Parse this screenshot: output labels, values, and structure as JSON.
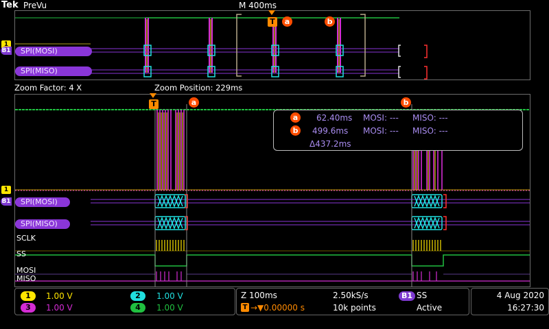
{
  "header": {
    "brand": "Tek",
    "mode": "PreVu",
    "timebase": "M 400ms"
  },
  "overview": {
    "bus1_label": "SPI(MOSI)",
    "bus2_label": "SPI(MISO)",
    "bus_tag": "B1",
    "ch1_tag": "1",
    "trigger_tag": "T",
    "cursor_a": "a",
    "cursor_b": "b"
  },
  "zoom": {
    "factor_label": "Zoom Factor: 4 X",
    "position_label": "Zoom Position: 229ms"
  },
  "main": {
    "bus1_label": "SPI(MOSI)",
    "bus2_label": "SPI(MISO)",
    "bus_tag": "B1",
    "ch1_tag": "1",
    "trigger_tag": "T",
    "cursor_a": "a",
    "cursor_b": "b",
    "signals": [
      "SCLK",
      "SS",
      "MOSI",
      "MISO"
    ]
  },
  "cursor_readout": {
    "a_time": "62.40ms",
    "a_mosi": "MOSI: ---",
    "a_miso": "MISO: ---",
    "b_time": "499.6ms",
    "b_mosi": "MOSI: ---",
    "b_miso": "MISO: ---",
    "delta": "Δ437.2ms"
  },
  "channels": [
    {
      "id": "1",
      "scale": "1.00 V",
      "color": "#ffe600"
    },
    {
      "id": "2",
      "scale": "1.00 V",
      "color": "#20e0e0"
    },
    {
      "id": "3",
      "scale": "1.00 V",
      "color": "#d42cd4"
    },
    {
      "id": "4",
      "scale": "1.00 V",
      "color": "#20c040"
    }
  ],
  "acquisition": {
    "zoom_scale": "Z 100ms",
    "sample_rate": "2.50kS/s",
    "trigger_prefix": "T",
    "trigger_offset": "→▼0.00000 s",
    "record_length": "10k points"
  },
  "trigger": {
    "source": "B1",
    "type": "SS",
    "state": "Active"
  },
  "datetime": {
    "date": "4 Aug 2020",
    "time": "16:27:30"
  }
}
